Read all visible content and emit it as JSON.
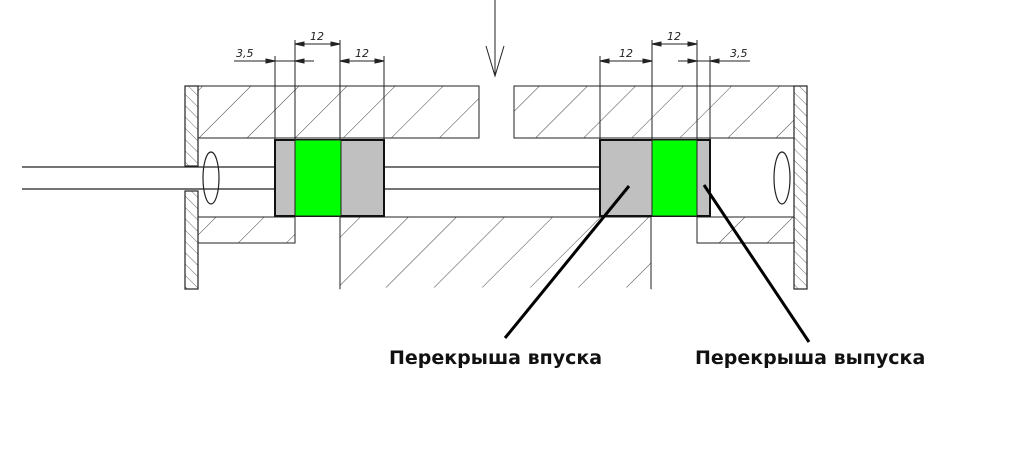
{
  "dimensions": {
    "left": {
      "overlap": "3,5",
      "spool_land": "12",
      "port_width": "12"
    },
    "right": {
      "port_width": "12",
      "spool_land": "12",
      "overlap": "3,5"
    }
  },
  "labels": {
    "intake_overlap": "Перекрыша впуска",
    "exhaust_overlap": "Перекрыша выпуска"
  },
  "colors": {
    "spool_body": "#c0c0c0",
    "spool_land": "#00ff00",
    "line": "#222222",
    "background": "#ffffff"
  }
}
